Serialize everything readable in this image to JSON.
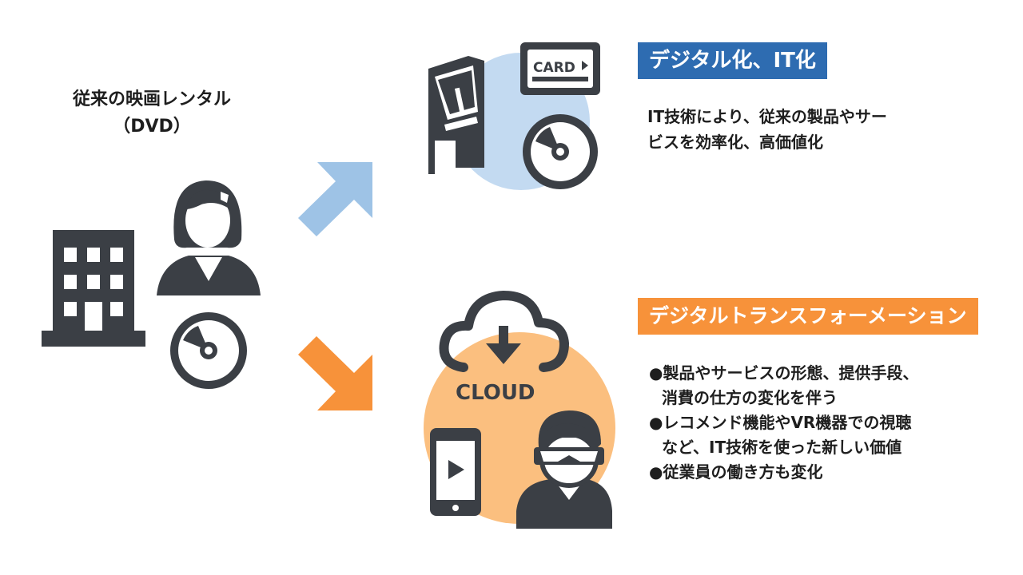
{
  "left": {
    "title_line1": "従来の映画レンタル",
    "title_line2": "（DVD）"
  },
  "top_branch": {
    "label": "デジタル化、IT化",
    "card_text": "CARD",
    "description_line1": "IT技術により、従来の製品やサー",
    "description_line2": "ビスを効率化、高価値化",
    "arrow_color": "#9ec3e6",
    "circle_color": "#c3daf1",
    "label_color": "#2e6cb1"
  },
  "bottom_branch": {
    "label": "デジタルトランスフォーメーション",
    "cloud_text": "CLOUD",
    "bullets": [
      {
        "line1": "●製品やサービスの形態、提供手段、",
        "line2": "消費の仕方の変化を伴う"
      },
      {
        "line1": "●レコメンド機能やVR機器での視聴",
        "line2": "など、IT技術を使った新しい価値"
      },
      {
        "line1": "●従業員の働き方も変化",
        "line2": ""
      }
    ],
    "arrow_color": "#f7923a",
    "circle_color": "#fbbf7f",
    "label_color": "#f7923a"
  },
  "icon_color": "#3b3f45",
  "icons": [
    "building-icon",
    "woman-icon",
    "dvd-disc-icon",
    "arrow-up-right-icon",
    "arrow-down-right-icon",
    "kiosk-icon",
    "card-icon",
    "cloud-download-icon",
    "smartphone-play-icon",
    "vr-headset-man-icon"
  ]
}
